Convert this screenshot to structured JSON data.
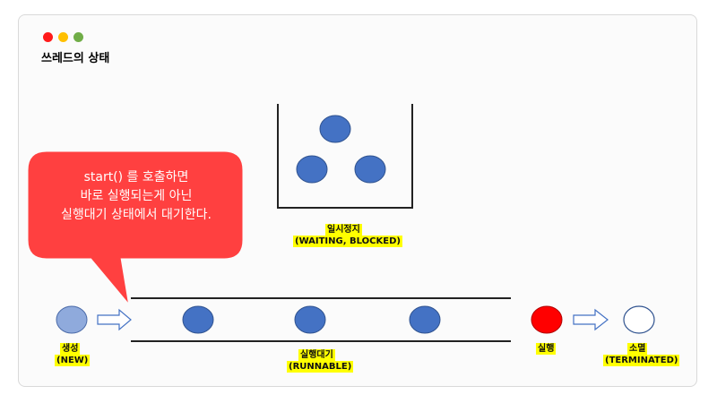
{
  "window": {
    "title": "쓰레드의 상태",
    "dots": [
      "#ff1a1a",
      "#ffc000",
      "#70ad47"
    ]
  },
  "callout": {
    "lines": [
      "start() 를 호출하면",
      "바로 실행되는게 아닌",
      "실행대기 상태에서 대기한다."
    ],
    "color": "#ff4040"
  },
  "states": {
    "new": {
      "name": "생성",
      "code": "(NEW)"
    },
    "runnable": {
      "name": "실행대기",
      "code": "(RUNNABLE)"
    },
    "running": {
      "name": "실행",
      "code": ""
    },
    "terminated": {
      "name": "소멸",
      "code": "(TERMINATED)"
    },
    "blocked": {
      "name": "일시정지",
      "code": "(WAITING, BLOCKED)"
    }
  },
  "colors": {
    "thread": "#4472c4",
    "new_thread": "#8faadc",
    "running_thread": "#ff0000",
    "terminated_thread": "#ffffff",
    "label_highlight": "#ffff00"
  }
}
